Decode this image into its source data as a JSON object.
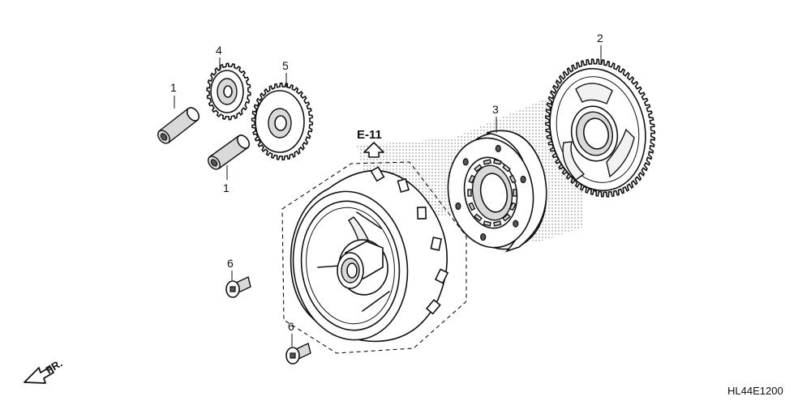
{
  "callouts": {
    "pin_upper": "1",
    "pin_lower": "1",
    "gear_large": "2",
    "clutch": "3",
    "gear_small": "4",
    "gear_idler": "5",
    "bolt_upper": "6",
    "bolt_lower": "6"
  },
  "reference": {
    "label": "E-11"
  },
  "direction": {
    "label": "FR."
  },
  "diagram_code": "HL44E1200",
  "colors": {
    "line": "#111111",
    "fill_light": "#d9d9d9",
    "background": "#ffffff"
  },
  "icons": {
    "reference_arrow": "up-arrow-icon",
    "direction_arrow": "front-arrow-icon"
  }
}
